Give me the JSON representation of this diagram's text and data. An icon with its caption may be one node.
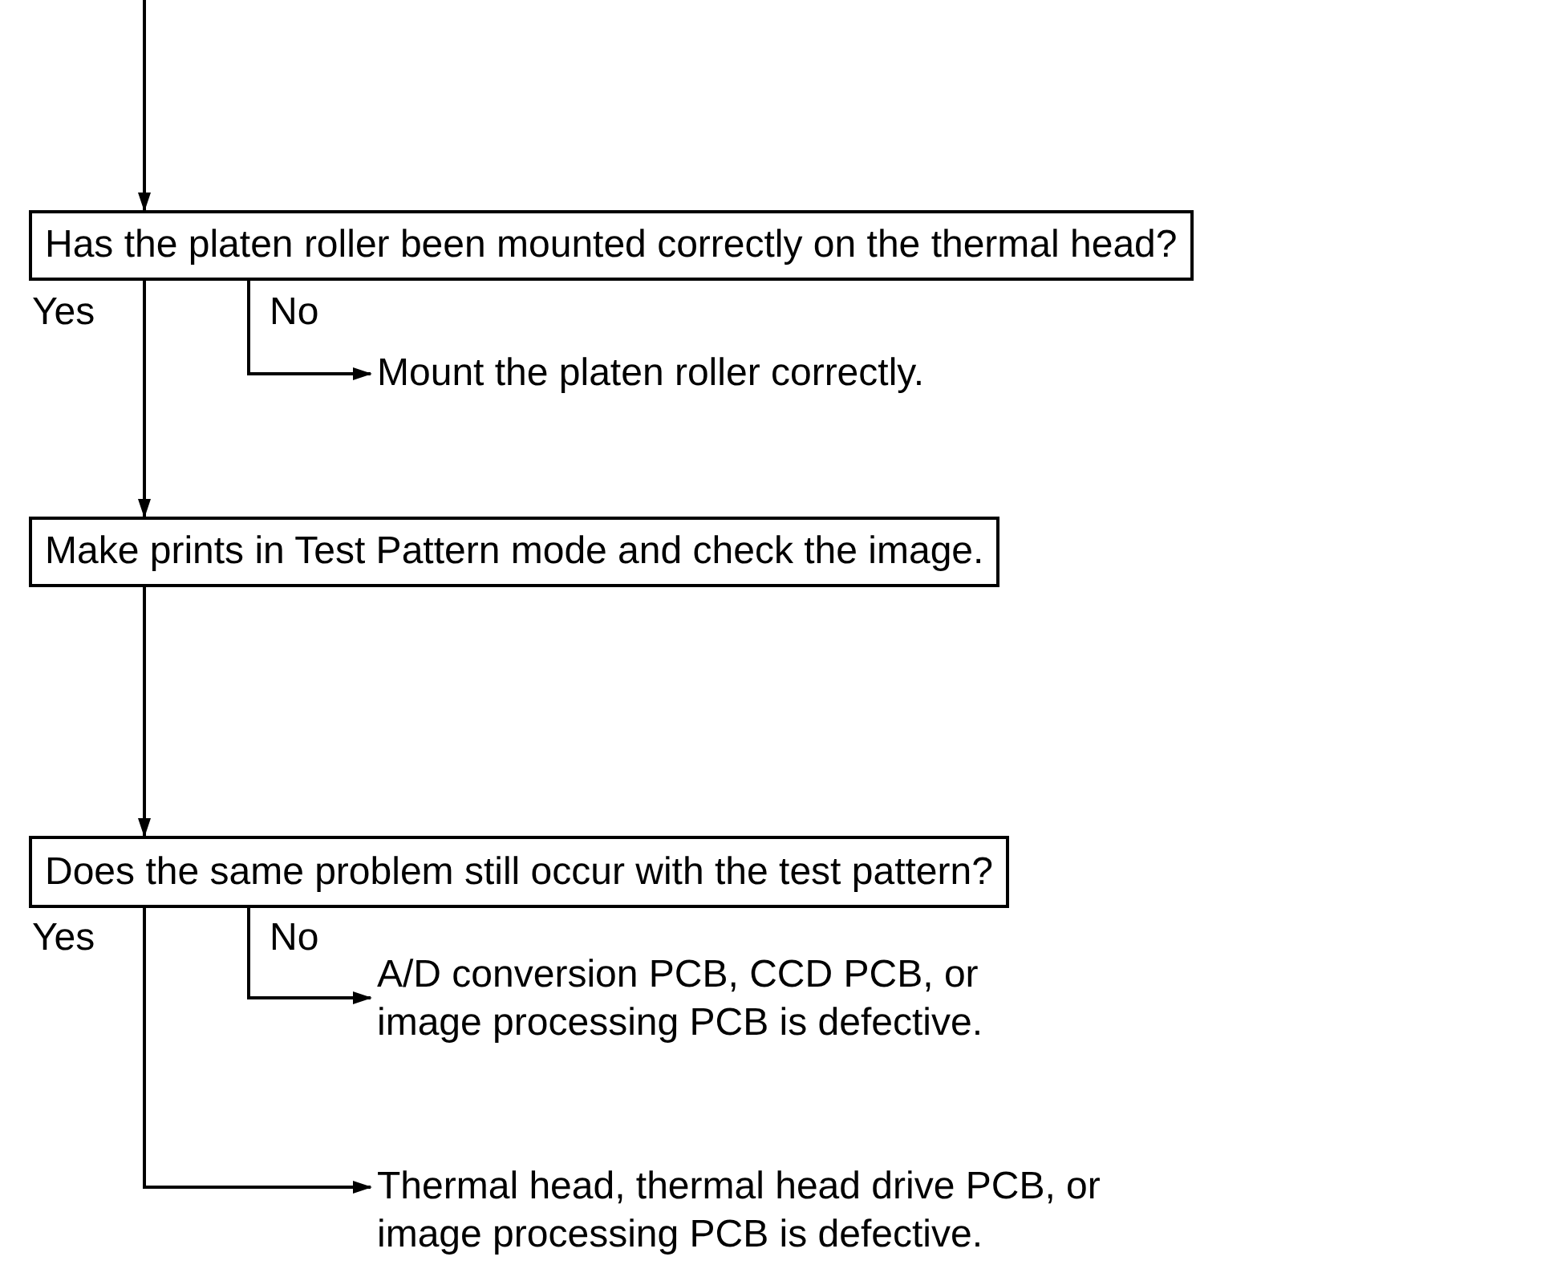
{
  "diagram": {
    "nodes": [
      {
        "text": [
          "Has the platen roller been mounted correctly on the thermal head?"
        ]
      },
      {
        "text": [
          "Mount the platen roller correctly."
        ]
      },
      {
        "text": [
          "Make prints in Test Pattern mode and check the image."
        ]
      },
      {
        "text": [
          "Does the same problem still occur with the test pattern?"
        ]
      },
      {
        "text": [
          "A/D conversion PCB, CCD PCB, or image processing PCB is defective."
        ]
      },
      {
        "text": [
          "Thermal head, thermal head drive PCB, or image processing PCB is defective."
        ]
      }
    ],
    "edges": [
      {
        "from": null,
        "to": 0,
        "arrow": "to"
      },
      {
        "from": 0,
        "to": 2,
        "arrow": "to",
        "label": "Yes"
      },
      {
        "from": 0,
        "to": 1,
        "arrow": "to",
        "label": "No"
      },
      {
        "from": 2,
        "to": 3,
        "arrow": "to"
      },
      {
        "from": 3,
        "to": 5,
        "arrow": "to",
        "label": "Yes"
      },
      {
        "from": 3,
        "to": 4,
        "arrow": "to",
        "label": "No"
      }
    ]
  }
}
